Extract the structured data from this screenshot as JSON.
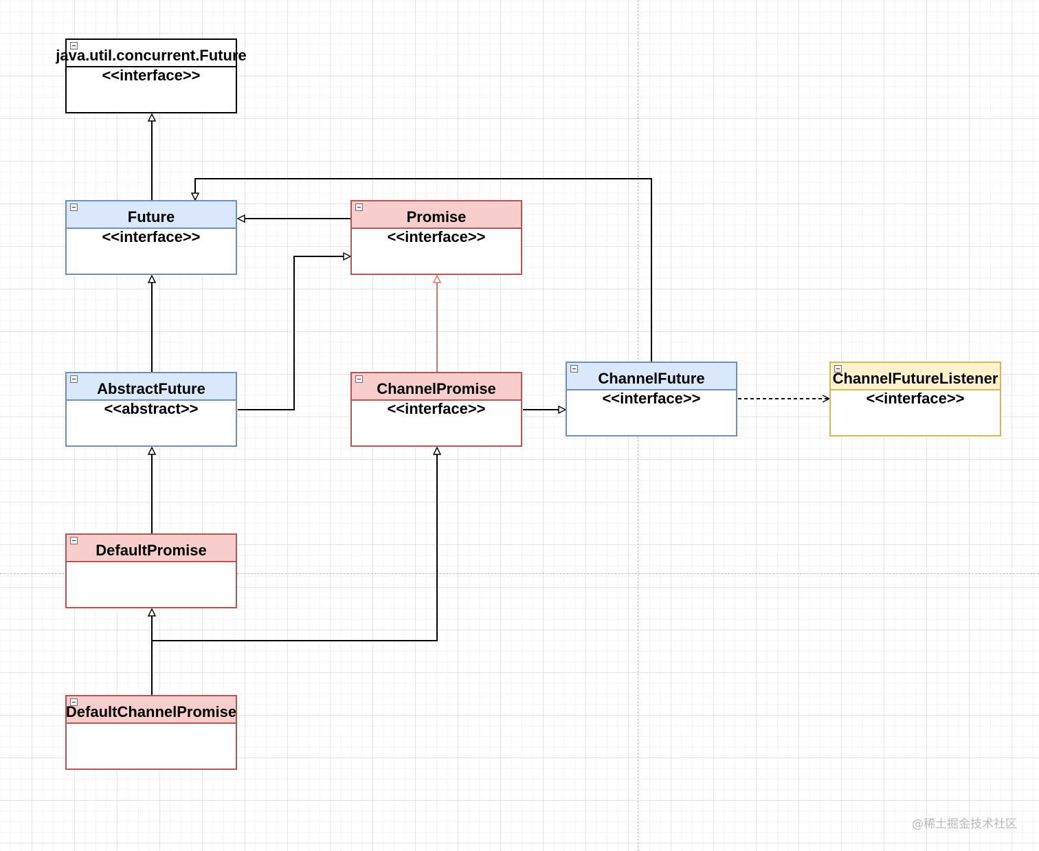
{
  "diagram": {
    "type": "uml-class-diagram",
    "classes": [
      {
        "id": "juc-future",
        "name": "java.util.concurrent.Future",
        "stereotype": "<<interface>>",
        "color": "#000000",
        "fill": "#ffffff"
      },
      {
        "id": "future",
        "name": "Future",
        "stereotype": "<<interface>>",
        "color": "#6c8ebf",
        "fill": "#dae8fc"
      },
      {
        "id": "promise",
        "name": "Promise",
        "stereotype": "<<interface>>",
        "color": "#b85450",
        "fill": "#f8cecc"
      },
      {
        "id": "abstract-future",
        "name": "AbstractFuture",
        "stereotype": "<<abstract>>",
        "color": "#6c8ebf",
        "fill": "#dae8fc"
      },
      {
        "id": "channel-promise",
        "name": "ChannelPromise",
        "stereotype": "<<interface>>",
        "color": "#b85450",
        "fill": "#f8cecc"
      },
      {
        "id": "channel-future",
        "name": "ChannelFuture",
        "stereotype": "<<interface>>",
        "color": "#6c8ebf",
        "fill": "#dae8fc"
      },
      {
        "id": "channel-future-listener",
        "name": "ChannelFutureListener",
        "stereotype": "<<interface>>",
        "color": "#d6b656",
        "fill": "#fff2cc"
      },
      {
        "id": "default-promise",
        "name": "DefaultPromise",
        "stereotype": "",
        "color": "#b85450",
        "fill": "#f8cecc"
      },
      {
        "id": "default-channel-promise",
        "name": "DefaultChannelPromise",
        "stereotype": "",
        "color": "#b85450",
        "fill": "#f8cecc"
      }
    ],
    "edges": [
      {
        "from": "future",
        "to": "juc-future",
        "kind": "generalization",
        "style": "solid",
        "color": "#000000"
      },
      {
        "from": "promise",
        "to": "future",
        "kind": "generalization",
        "style": "solid",
        "color": "#000000"
      },
      {
        "from": "abstract-future",
        "to": "future",
        "kind": "generalization",
        "style": "solid",
        "color": "#000000"
      },
      {
        "from": "abstract-future",
        "to": "promise",
        "kind": "generalization",
        "style": "solid",
        "color": "#000000"
      },
      {
        "from": "channel-promise",
        "to": "promise",
        "kind": "generalization",
        "style": "solid",
        "color": "#ea6b66"
      },
      {
        "from": "channel-promise",
        "to": "channel-future",
        "kind": "generalization",
        "style": "solid",
        "color": "#000000"
      },
      {
        "from": "channel-future",
        "to": "future",
        "kind": "generalization",
        "style": "solid",
        "color": "#000000"
      },
      {
        "from": "channel-future",
        "to": "channel-future-listener",
        "kind": "dependency",
        "style": "dashed",
        "color": "#000000"
      },
      {
        "from": "default-promise",
        "to": "abstract-future",
        "kind": "generalization",
        "style": "solid",
        "color": "#000000"
      },
      {
        "from": "default-channel-promise",
        "to": "default-promise",
        "kind": "generalization",
        "style": "solid",
        "color": "#000000"
      },
      {
        "from": "default-channel-promise",
        "to": "channel-promise",
        "kind": "generalization",
        "style": "solid",
        "color": "#000000"
      }
    ]
  },
  "watermark": "@稀土掘金技术社区"
}
